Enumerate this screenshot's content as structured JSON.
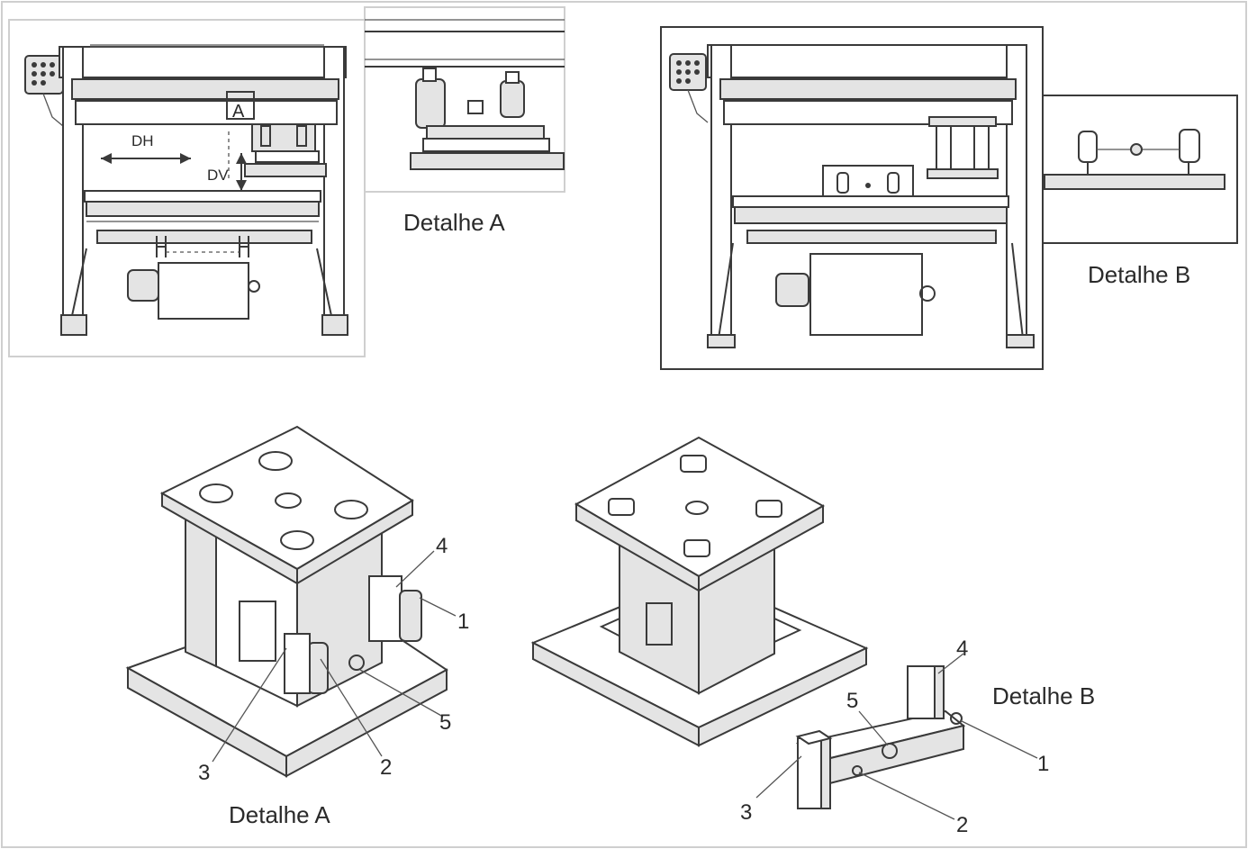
{
  "labels": {
    "detail_a_top": "Detalhe A",
    "detail_b_top": "Detalhe B",
    "detail_a_bottom": "Detalhe A",
    "detail_b_bottom": "Detalhe B",
    "callout_a": "A",
    "dim_dh": "DH",
    "dim_dv": "DV"
  },
  "numbers_a": [
    "1",
    "2",
    "3",
    "4",
    "5"
  ],
  "numbers_b": [
    "1",
    "2",
    "3",
    "4",
    "5"
  ]
}
